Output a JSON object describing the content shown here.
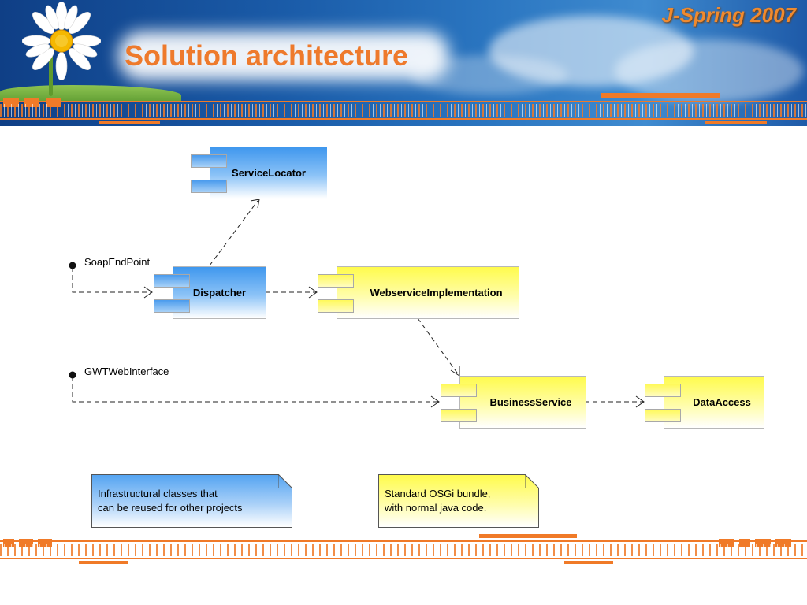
{
  "header": {
    "title": "Solution architecture",
    "brand": "J-Spring 2007"
  },
  "diagram": {
    "components": {
      "service_locator": "ServiceLocator",
      "dispatcher": "Dispatcher",
      "webservice_implementation": "WebserviceImplementation",
      "business_service": "BusinessService",
      "data_access": "DataAccess"
    },
    "ports": {
      "soap": "SoapEndPoint",
      "gwt": "GWTWebInterface"
    },
    "notes": {
      "infrastructure": {
        "line1": "Infrastructural classes that",
        "line2": "can be reused for other projects"
      },
      "osgi": {
        "line1": "Standard OSGi bundle,",
        "line2": "with normal java code."
      }
    }
  },
  "colors": {
    "accent_orange": "#f07a28",
    "title_orange": "#ee7a2c",
    "header_blue": "#1a5ba8",
    "component_blue": "#3f97ee",
    "component_yellow": "#fffb4c"
  }
}
